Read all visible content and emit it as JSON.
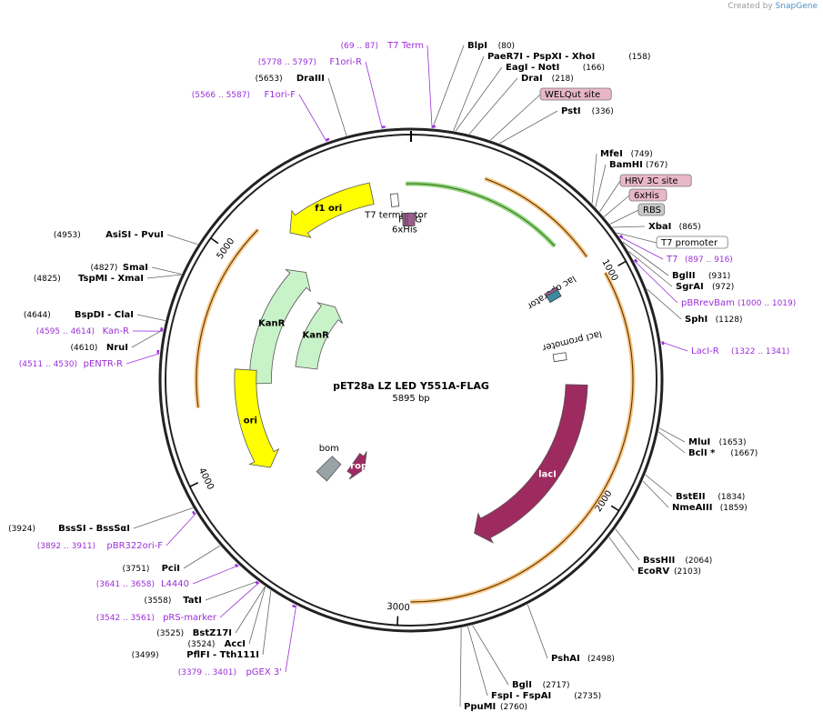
{
  "branding": {
    "prefix": "Created by",
    "name": "SnapGene"
  },
  "plasmid": {
    "name": "pET28a LZ LED Y551A-FLAG",
    "length": 5895,
    "length_label": "5895 bp"
  },
  "colors": {
    "backbone": "#222222",
    "primer": "#9b2fd8",
    "enzyme": "#000000",
    "orange_arc": "#f0a030",
    "yellow": "#ffff00",
    "green_light": "#c8f2c8",
    "lacI": "#9e2b60",
    "rop": "#9e2b60",
    "bom": "#9aa3a8",
    "flag": "#9e5b8e",
    "t7_promoter_box": "#ffffff",
    "site_box": "#e8b7c7",
    "rbs_box": "#c8c8c8"
  },
  "tick_labels": [
    {
      "label": "1000",
      "bp": 1000
    },
    {
      "label": "2000",
      "bp": 2000
    },
    {
      "label": "3000",
      "bp": 3000
    },
    {
      "label": "4000",
      "bp": 4000
    },
    {
      "label": "5000",
      "bp": 5000
    }
  ],
  "enzymes_right": [
    {
      "text": "BlpI",
      "pos": "(80)",
      "bp": 80
    },
    {
      "text": "PaeR7I  - PspXI  - XhoI",
      "pos": "(158)",
      "bp": 158
    },
    {
      "text": "EagI  - NotI",
      "pos": "(166)",
      "bp": 166
    },
    {
      "text": "DraI",
      "pos": "(218)",
      "bp": 218
    },
    {
      "text": "PstI",
      "pos": "(336)",
      "bp": 336
    },
    {
      "text": "MfeI",
      "pos": "(749)",
      "bp": 749
    },
    {
      "text": "BamHI",
      "pos": "(767)",
      "bp": 767
    },
    {
      "text": "XbaI",
      "pos": "(865)",
      "bp": 865
    },
    {
      "text": "BglII",
      "pos": "(931)",
      "bp": 931
    },
    {
      "text": "SgrAI",
      "pos": "(972)",
      "bp": 972
    },
    {
      "text": "SphI",
      "pos": "(1128)",
      "bp": 1128
    },
    {
      "text": "MluI",
      "pos": "(1653)",
      "bp": 1653
    },
    {
      "text": "BclI *",
      "pos": "(1667)",
      "bp": 1667
    },
    {
      "text": "BstEII",
      "pos": "(1834)",
      "bp": 1834
    },
    {
      "text": "NmeAIII",
      "pos": "(1859)",
      "bp": 1859
    },
    {
      "text": "BssHII",
      "pos": "(2064)",
      "bp": 2064
    },
    {
      "text": "EcoRV",
      "pos": "(2103)",
      "bp": 2103
    },
    {
      "text": "PshAI",
      "pos": "(2498)",
      "bp": 2498
    },
    {
      "text": "BglI",
      "pos": "(2717)",
      "bp": 2717
    },
    {
      "text": "FspI  - FspAI",
      "pos": "(2735)",
      "bp": 2735
    },
    {
      "text": "PpuMI",
      "pos": "(2760)",
      "bp": 2760
    }
  ],
  "enzymes_left": [
    {
      "text": "DraIII",
      "pos": "(5653)",
      "bp": 5653
    },
    {
      "text": "AsiSI  - PvuI",
      "pos": "(4953)",
      "bp": 4953
    },
    {
      "text": "SmaI",
      "pos": "(4827)",
      "bp": 4827
    },
    {
      "text": "TspMI  - XmaI",
      "pos": "(4825)",
      "bp": 4825
    },
    {
      "text": "BspDI  - ClaI",
      "pos": "(4644)",
      "bp": 4644
    },
    {
      "text": "NruI",
      "pos": "(4610)",
      "bp": 4610
    },
    {
      "text": "BssSI  - BssSαI",
      "pos": "(3924)",
      "bp": 3924
    },
    {
      "text": "PciI",
      "pos": "(3751)",
      "bp": 3751
    },
    {
      "text": "TatI",
      "pos": "(3558)",
      "bp": 3558
    },
    {
      "text": "BstZ17I",
      "pos": "(3525)",
      "bp": 3525
    },
    {
      "text": "AccI",
      "pos": "(3524)",
      "bp": 3524
    },
    {
      "text": "PflFI  - Tth111I",
      "pos": "(3499)",
      "bp": 3499
    }
  ],
  "primers": [
    {
      "text": "T7 Term",
      "pos": "(69 .. 87)",
      "bp": 78
    },
    {
      "text": "F1ori-R",
      "pos": "(5778 .. 5797)",
      "bp": 5788
    },
    {
      "text": "F1ori-F",
      "pos": "(5566 .. 5587)",
      "bp": 5576
    },
    {
      "text": "T7",
      "pos": "(897 .. 916)",
      "bp": 906
    },
    {
      "text": "pBRrevBam",
      "pos": "(1000 .. 1019)",
      "bp": 1010
    },
    {
      "text": "LacI-R",
      "pos": "(1322 .. 1341)",
      "bp": 1331
    },
    {
      "text": "Kan-R",
      "pos": "(4595 .. 4614)",
      "bp": 4604
    },
    {
      "text": "pENTR-R",
      "pos": "(4511 .. 4530)",
      "bp": 4520
    },
    {
      "text": "pBR322ori-F",
      "pos": "(3892 .. 3911)",
      "bp": 3901
    },
    {
      "text": "L4440",
      "pos": "(3641 .. 3658)",
      "bp": 3650
    },
    {
      "text": "pRS-marker",
      "pos": "(3542 .. 3561)",
      "bp": 3551
    },
    {
      "text": "pGEX 3'",
      "pos": "(3379 .. 3401)",
      "bp": 3390
    }
  ],
  "site_boxes": [
    {
      "text": "WELQut site",
      "style": "site",
      "bp": 300
    },
    {
      "text": "HRV 3C site",
      "style": "site",
      "bp": 790
    },
    {
      "text": "6xHis",
      "style": "site",
      "bp": 815
    },
    {
      "text": "RBS",
      "style": "rbs",
      "bp": 850
    },
    {
      "text": "T7 promoter",
      "style": "promoter",
      "bp": 890
    }
  ],
  "features": [
    {
      "name": "f1 ori",
      "start": 5250,
      "end": 5700,
      "dir": "ccw",
      "ring": 0.76,
      "color": "#ffff00",
      "label_on": true
    },
    {
      "name": "T7 terminator",
      "label_only": true,
      "bp": 5810,
      "ring": 0.66
    },
    {
      "name": "FLAG",
      "label_only": true,
      "bp": 5890,
      "ring": 0.64
    },
    {
      "name": "6xHis",
      "label_only": true,
      "bp": 5855,
      "ring": 0.6
    },
    {
      "name": "KanR",
      "start": 4400,
      "end": 5170,
      "dir": "cw",
      "ring": 0.6,
      "color": "#c8f2c8",
      "label_on": true
    },
    {
      "name": "KanR",
      "start": 4530,
      "end": 5140,
      "dir": "cw",
      "ring": 0.42,
      "color": "#c8f2c8",
      "label_on": true
    },
    {
      "name": "lacI",
      "start": 1500,
      "end": 2580,
      "dir": "cw",
      "ring": 0.66,
      "color": "#9e2b60",
      "label_on": true
    },
    {
      "name": "ori",
      "start": 3900,
      "end": 4480,
      "dir": "ccw",
      "ring": 0.66,
      "color": "#ffff00",
      "label_on": true
    },
    {
      "name": "rop",
      "start": 3400,
      "end": 3520,
      "dir": "ccw",
      "ring": 0.4,
      "color": "#9e2b60",
      "label_on": true
    },
    {
      "name": "bom",
      "start": 3600,
      "end": 3700,
      "dir": "none",
      "ring": 0.48,
      "color": "#9aa3a8",
      "label_on": true
    },
    {
      "name": "lac operator",
      "label_only": true,
      "bp": 950,
      "ring": 0.66
    },
    {
      "name": "lacI promoter",
      "label_only": true,
      "bp": 1250,
      "ring": 0.66
    }
  ]
}
